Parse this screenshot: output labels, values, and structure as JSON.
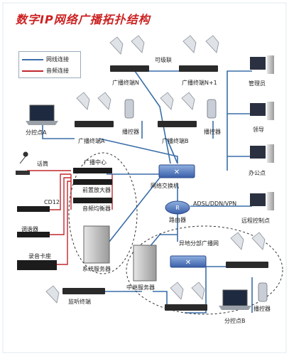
{
  "title": "数字IP网络广播拓扑结构",
  "legend": {
    "network_label": "网线连接",
    "audio_label": "音频连接",
    "network_color": "#3a6ea8",
    "audio_color": "#c0282d"
  },
  "labels": {
    "cascade": "可级联",
    "terminal_n": "广播终端N",
    "terminal_n1": "广播终端N+1",
    "admin": "管理员",
    "leader": "领导",
    "office": "办公点",
    "remote_ctrl": "远程控制点",
    "branch_a": "分控点A",
    "terminal_a": "广播终端A",
    "player_1": "播控器",
    "terminal_b": "广播终端B",
    "player_2": "播控器",
    "mic": "话筒",
    "center": "广播中心",
    "preamp": "前置放大器",
    "equalizer": "音频均衡器",
    "cd": "CD12",
    "tuner": "调谐器",
    "tape": "录音卡座",
    "server": "系统服务器",
    "switch": "网络交换机",
    "adsl": "ADSL/DDN/VPN",
    "router": "路由器",
    "remote_net": "异地分部广播网",
    "relay_server": "中继服务器",
    "monitor": "监听终端",
    "branch_b": "分控点B",
    "player_3": "播控器"
  }
}
